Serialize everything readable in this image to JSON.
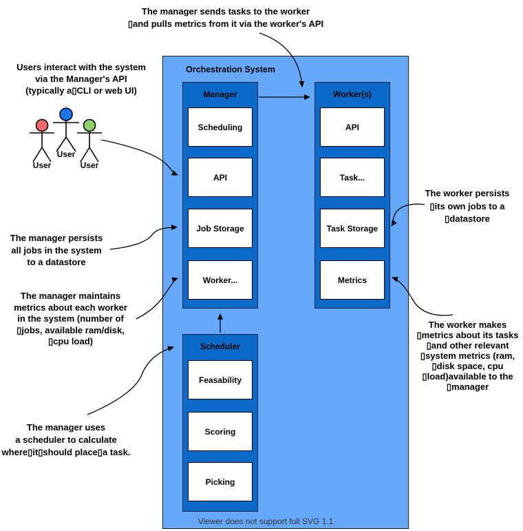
{
  "container": {
    "title": "Orchestration System",
    "footer_note": "Viewer does not support full SVG 1.1"
  },
  "groups": [
    {
      "label": "Manager",
      "children": [
        "Scheduling",
        "API",
        "Job Storage",
        "Worker..."
      ]
    },
    {
      "label": "Worker(s)",
      "children": [
        "API",
        "Task...",
        "Task Storage",
        "Metrics"
      ]
    },
    {
      "label": "Scheduler",
      "children": [
        "Feasability",
        "Scoring",
        "Picking"
      ]
    }
  ],
  "actors": [
    {
      "label": "User",
      "head_color": "#F4696B"
    },
    {
      "label": "User",
      "head_color": "#1775E8"
    },
    {
      "label": "User",
      "head_color": "#8FD16B"
    }
  ],
  "annotations": {
    "send_tasks": "The manager sends tasks to the worker\n▯and pulls metrics from it via the worker's API",
    "users_interact": "Users interact with the system\nvia the Manager's API\n(typically a▯CLI or web UI)",
    "manager_persists": "The manager persists\nall jobs in the system\nto a datastore",
    "manager_maintains": "The manager maintains\nmetrics about each worker\nin the system (number of\n▯jobs, available ram/disk,\n▯cpu load)",
    "manager_uses": "The manager uses\na scheduler to calculate\nwhere▯it▯should place▯a task.",
    "worker_persists": "The worker persists\n▯its own jobs to a\n▯datastore",
    "worker_makes": "The worker makes\n▯metrics about its tasks\n▯and other relevant\n▯system metrics (ram,\n▯disk space, cpu\n▯load)available to the\n▯manager"
  },
  "edges": [
    {
      "from": "Manager",
      "to": "Worker(s)"
    },
    {
      "from": "Scheduler",
      "to": "Manager"
    },
    {
      "from": "annotation:send_tasks",
      "to": "Manager-Worker(s) edge"
    },
    {
      "from": "actor:User",
      "to": "Manager.API"
    },
    {
      "from": "annotation:manager_persists",
      "to": "Manager.Job Storage"
    },
    {
      "from": "annotation:manager_maintains",
      "to": "Manager.Worker..."
    },
    {
      "from": "annotation:manager_uses",
      "to": "Scheduler"
    },
    {
      "from": "annotation:worker_persists",
      "to": "Worker(s).Task Storage"
    },
    {
      "from": "annotation:worker_makes",
      "to": "Worker(s).Metrics"
    }
  ],
  "colors": {
    "container_fill": "#66A8FA",
    "group_fill": "#0B6AC7",
    "node_fill": "#FFFFFF",
    "line": "#000000"
  }
}
